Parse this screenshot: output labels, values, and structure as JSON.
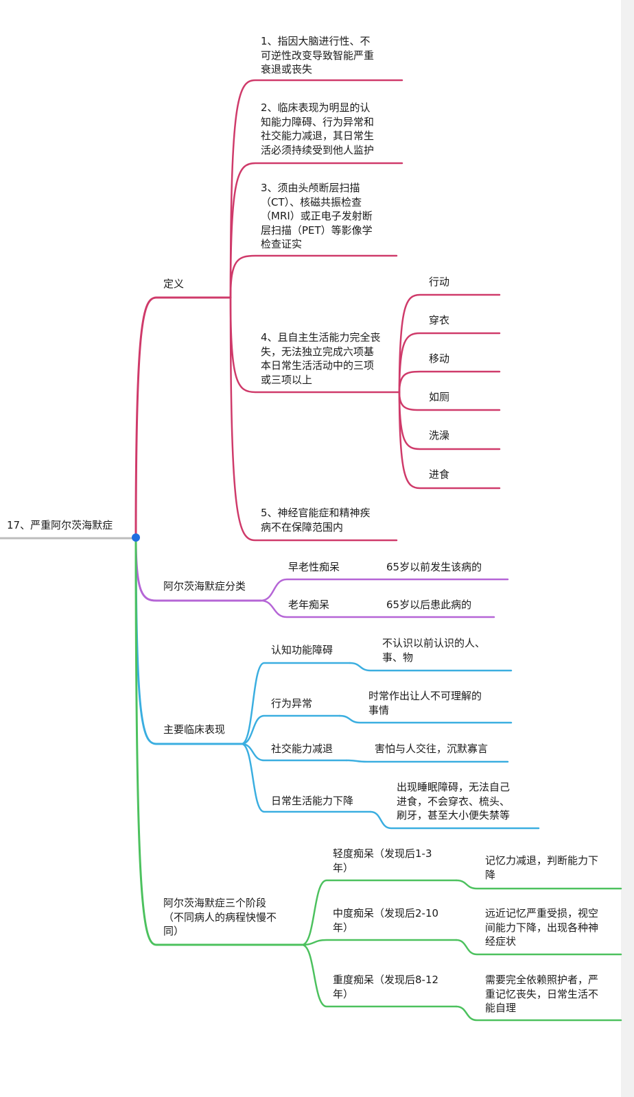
{
  "colors": {
    "root": "#bdbdbd",
    "definition": "#cf3a6a",
    "classification": "#b565d6",
    "symptoms": "#3aaee0",
    "stages": "#4cc15e",
    "node": "#1f6fe0"
  },
  "root": {
    "label": "17、严重阿尔茨海默症"
  },
  "branches": {
    "definition": {
      "label": "定义",
      "items": [
        {
          "label": "1、指因大脑进行性、不\n可逆性改变导致智能严重\n衰退或丧失"
        },
        {
          "label": "2、临床表现为明显的认\n知能力障碍、行为异常和\n社交能力减退，其日常生\n活必须持续受到他人监护"
        },
        {
          "label": "3、须由头颅断层扫描\n（CT）、核磁共振检查\n（MRI）或正电子发射断\n层扫描（PET）等影像学\n检查证实"
        },
        {
          "label": "4、且自主生活能力完全丧\n失，无法独立完成六项基\n本日常生活活动中的三项\n或三项以上",
          "children": [
            "行动",
            "穿衣",
            "移动",
            "如厕",
            "洗澡",
            "进食"
          ]
        },
        {
          "label": "5、神经官能症和精神疾\n病不在保障范围内"
        }
      ]
    },
    "classification": {
      "label": "阿尔茨海默症分类",
      "items": [
        {
          "label": "早老性痴呆",
          "detail": "65岁以前发生该病的"
        },
        {
          "label": "老年痴呆",
          "detail": "65岁以后患此病的"
        }
      ]
    },
    "symptoms": {
      "label": "主要临床表现",
      "items": [
        {
          "label": "认知功能障碍",
          "detail": "不认识以前认识的人、\n事、物"
        },
        {
          "label": "行为异常",
          "detail": "时常作出让人不可理解的\n事情"
        },
        {
          "label": "社交能力减退",
          "detail": "害怕与人交往，沉默寡言"
        },
        {
          "label": "日常生活能力下降",
          "detail": "出现睡眠障碍，无法自己\n进食，不会穿衣、梳头、\n刷牙，甚至大小便失禁等"
        }
      ]
    },
    "stages": {
      "label": "阿尔茨海默症三个阶段\n（不同病人的病程快慢不\n同）",
      "items": [
        {
          "label": "轻度痴呆（发现后1-3\n年）",
          "detail": "记忆力减退，判断能力下\n降"
        },
        {
          "label": "中度痴呆（发现后2-10\n年）",
          "detail": "远近记忆严重受损，视空\n间能力下降，出现各种神\n经症状"
        },
        {
          "label": "重度痴呆（发现后8-12\n年）",
          "detail": "需要完全依赖照护者，严\n重记忆丧失，日常生活不\n能自理"
        }
      ]
    }
  }
}
